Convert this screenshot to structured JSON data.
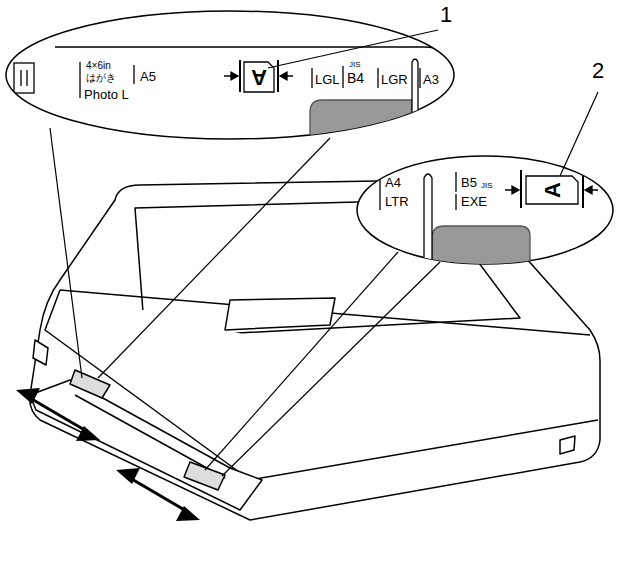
{
  "diagram": {
    "labels": [
      "1",
      "2",
      "4×6in",
      "はがき",
      "Photo L",
      "A5",
      "A",
      "LGL",
      "JIS",
      "B4",
      "LGR",
      "A3",
      "A4",
      "LTR",
      "B5",
      "JIS",
      "EXE",
      "A"
    ]
  }
}
